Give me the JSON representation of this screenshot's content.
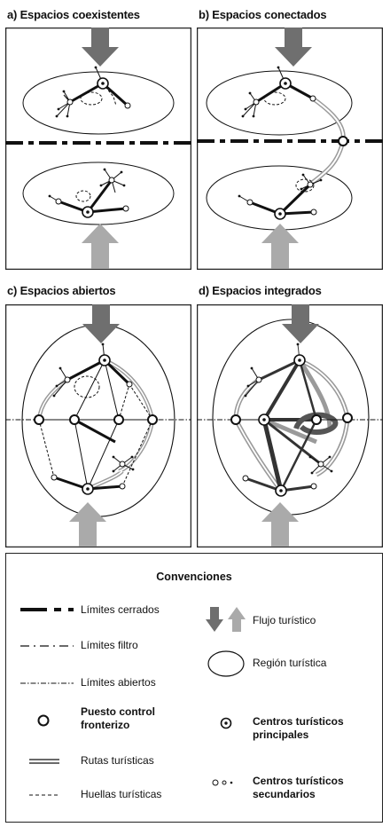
{
  "panels": [
    {
      "id": "a",
      "title": "a) Espacios coexistentes"
    },
    {
      "id": "b",
      "title": "b) Espacios conectados"
    },
    {
      "id": "c",
      "title": "c) Espacios abiertos"
    },
    {
      "id": "d",
      "title": "d) Espacios integrados"
    }
  ],
  "legend": {
    "title": "Convenciones",
    "items": {
      "limites_cerrados": "Límites cerrados",
      "limites_filtro": "Límites filtro",
      "limites_abiertos": "Límites abiertos",
      "puesto_control": [
        "Puesto control",
        "fronterizo"
      ],
      "rutas_turisticas": "Rutas turísticas",
      "huellas_turisticas": "Huellas turísticas",
      "flujo_turistico": "Flujo turístico",
      "region_turistica": "Región turística",
      "centros_principales": [
        "Centros turísticos",
        "principales"
      ],
      "centros_secundarios": [
        "Centros turísticos",
        "secundarios"
      ]
    }
  },
  "colors": {
    "flow_dark": "#6f6f6f",
    "flow_light": "#aaaaaa",
    "route_gray": "#9a9a9a",
    "line": "#111111"
  }
}
